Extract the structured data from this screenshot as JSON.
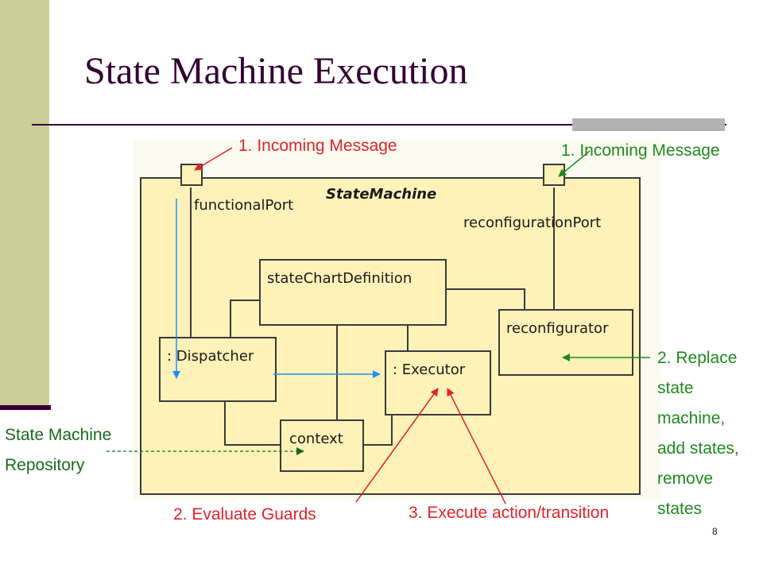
{
  "slide": {
    "title": "State Machine Execution",
    "page_number": "8"
  },
  "diagram": {
    "container_label": "StateMachine",
    "port_left_label": "functionalPort",
    "port_right_label": "reconfigurationPort",
    "state_chart_definition": "stateChartDefinition",
    "dispatcher": ": Dispatcher",
    "executor": ": Executor",
    "reconfigurator": "reconfigurator",
    "context": "context"
  },
  "annotations": {
    "incoming_left": "1. Incoming Message",
    "incoming_right": "1. Incoming Message",
    "replace_lines": [
      "2. Replace",
      "state",
      "machine,",
      "add states,",
      "remove",
      "states"
    ],
    "repository_lines": [
      "State Machine",
      "Repository"
    ],
    "evaluate_guards": "2. Evaluate Guards",
    "execute_action": "3. Execute action/transition"
  },
  "colors": {
    "title": "#330033",
    "band": "#cccc99",
    "uml_fill": "#fff2b8",
    "red": "#e0242c",
    "green": "#1f8a1f",
    "blue": "#1e90ff"
  }
}
